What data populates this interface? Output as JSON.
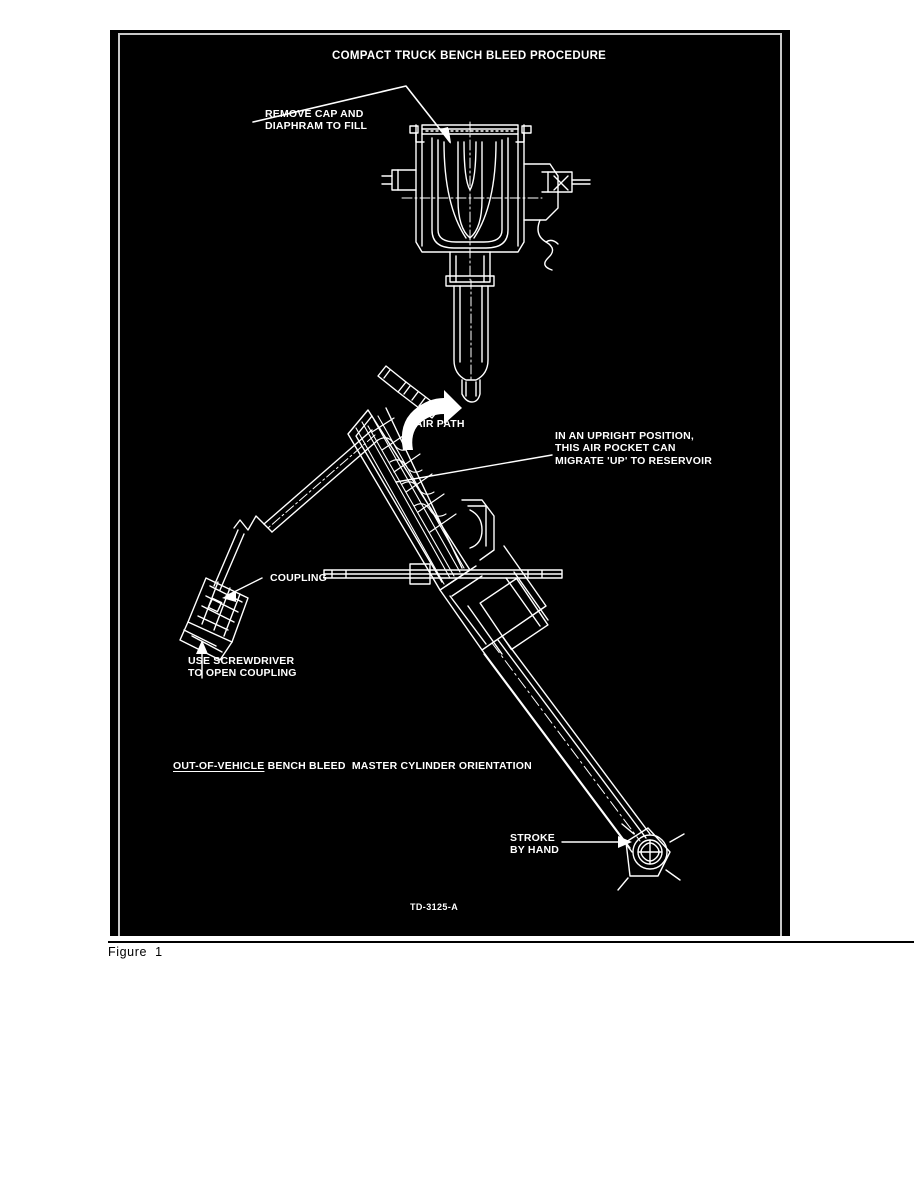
{
  "document": {
    "figure_caption": "Figure  1",
    "drawing_number": "TD-3125-A"
  },
  "figure": {
    "title": "COMPACT TRUCK BENCH BLEED PROCEDURE",
    "subtitle_underlined": "OUT-OF-VEHICLE",
    "subtitle_rest": " BENCH BLEED  MASTER CYLINDER ORIENTATION",
    "background_color": "#000000",
    "line_color": "#ffffff",
    "annotations": {
      "remove_cap": "REMOVE CAP AND\nDIAPHRAM TO FILL",
      "air_path": "AIR PATH",
      "upright_position": "IN AN UPRIGHT POSITION,\nTHIS AIR POCKET CAN\nMIGRATE 'UP' TO RESERVOIR",
      "coupling": "COUPLING",
      "use_screwdriver": "USE SCREWDRIVER\nTO OPEN COUPLING",
      "stroke_by_hand": "STROKE\nBY HAND"
    }
  }
}
